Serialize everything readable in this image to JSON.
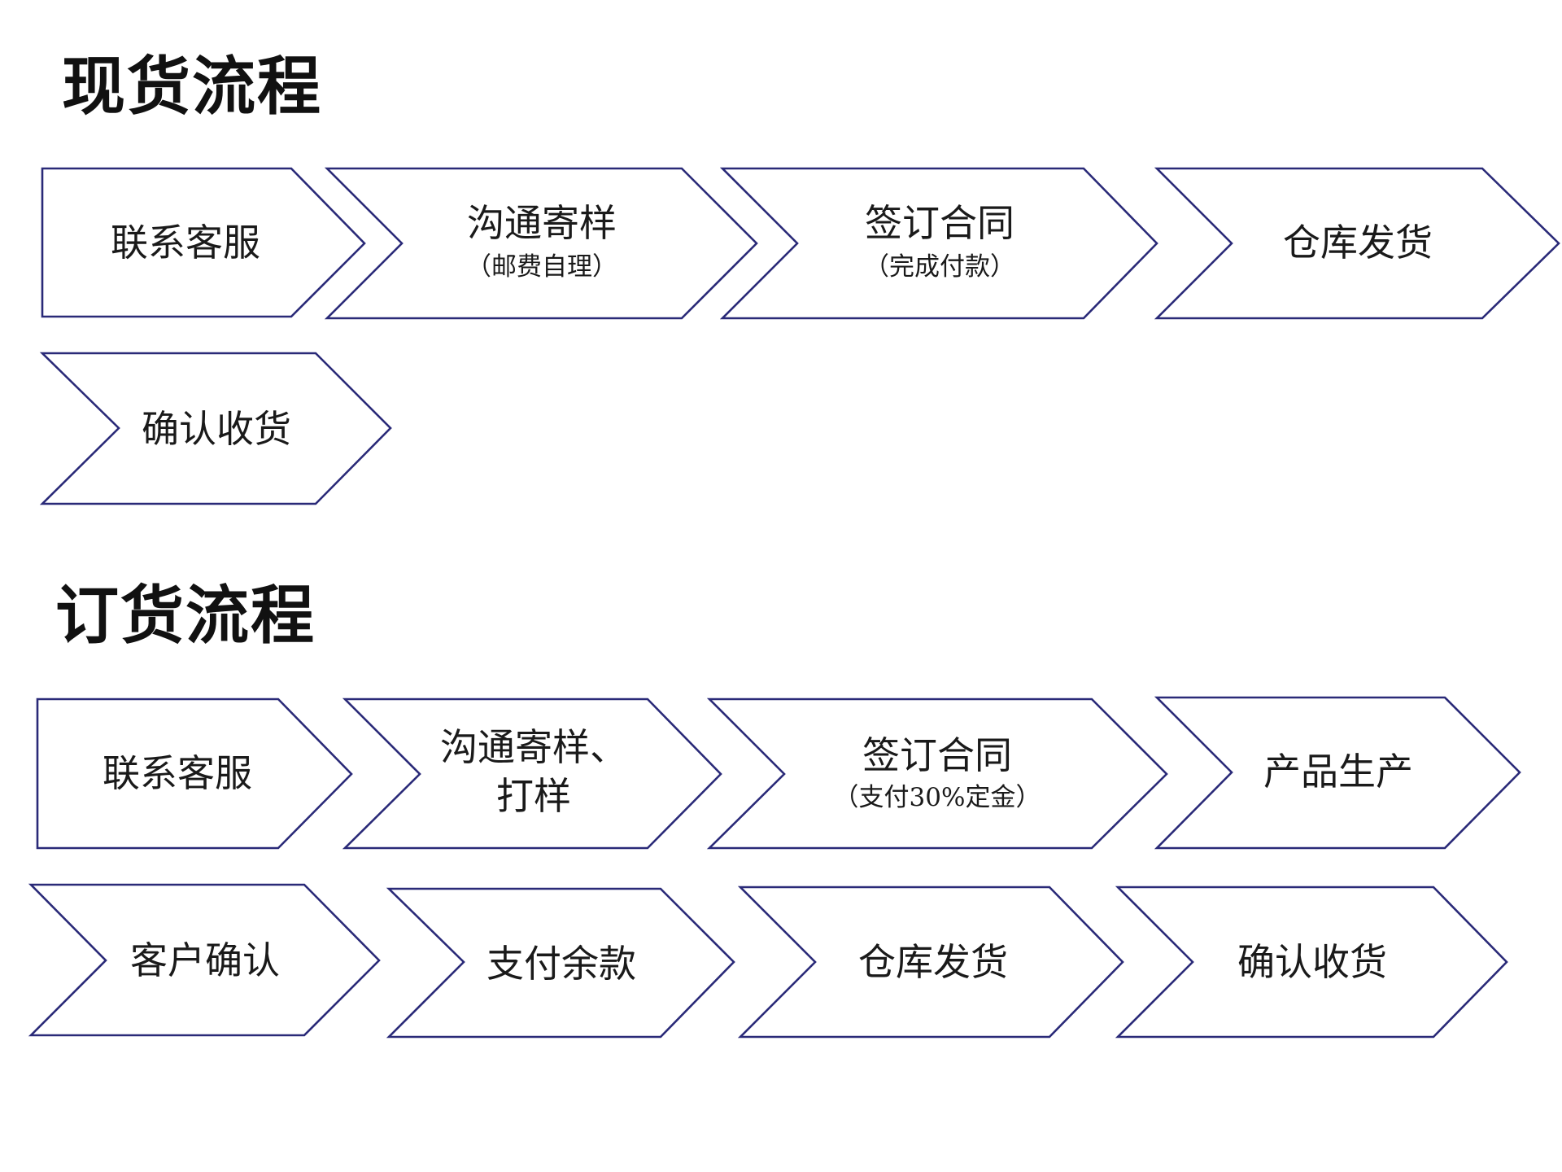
{
  "sections": [
    {
      "title": "现货流程",
      "steps": [
        {
          "label": "联系客服"
        },
        {
          "label": "沟通寄样",
          "sub": "（邮费自理）"
        },
        {
          "label": "签订合同",
          "sub": "（完成付款）"
        },
        {
          "label": "仓库发货"
        },
        {
          "label": "确认收货"
        }
      ]
    },
    {
      "title": "订货流程",
      "steps": [
        {
          "label": "联系客服"
        },
        {
          "label": "沟通寄样、",
          "label2": "打样"
        },
        {
          "label": "签订合同",
          "sub": "（支付30%定金）"
        },
        {
          "label": "产品生产"
        },
        {
          "label": "客户确认"
        },
        {
          "label": "支付余款"
        },
        {
          "label": "仓库发货"
        },
        {
          "label": "确认收货"
        }
      ]
    }
  ],
  "colors": {
    "outline": "#2a2a78",
    "fill": "#ffffff",
    "text": "#1a1a1a"
  }
}
